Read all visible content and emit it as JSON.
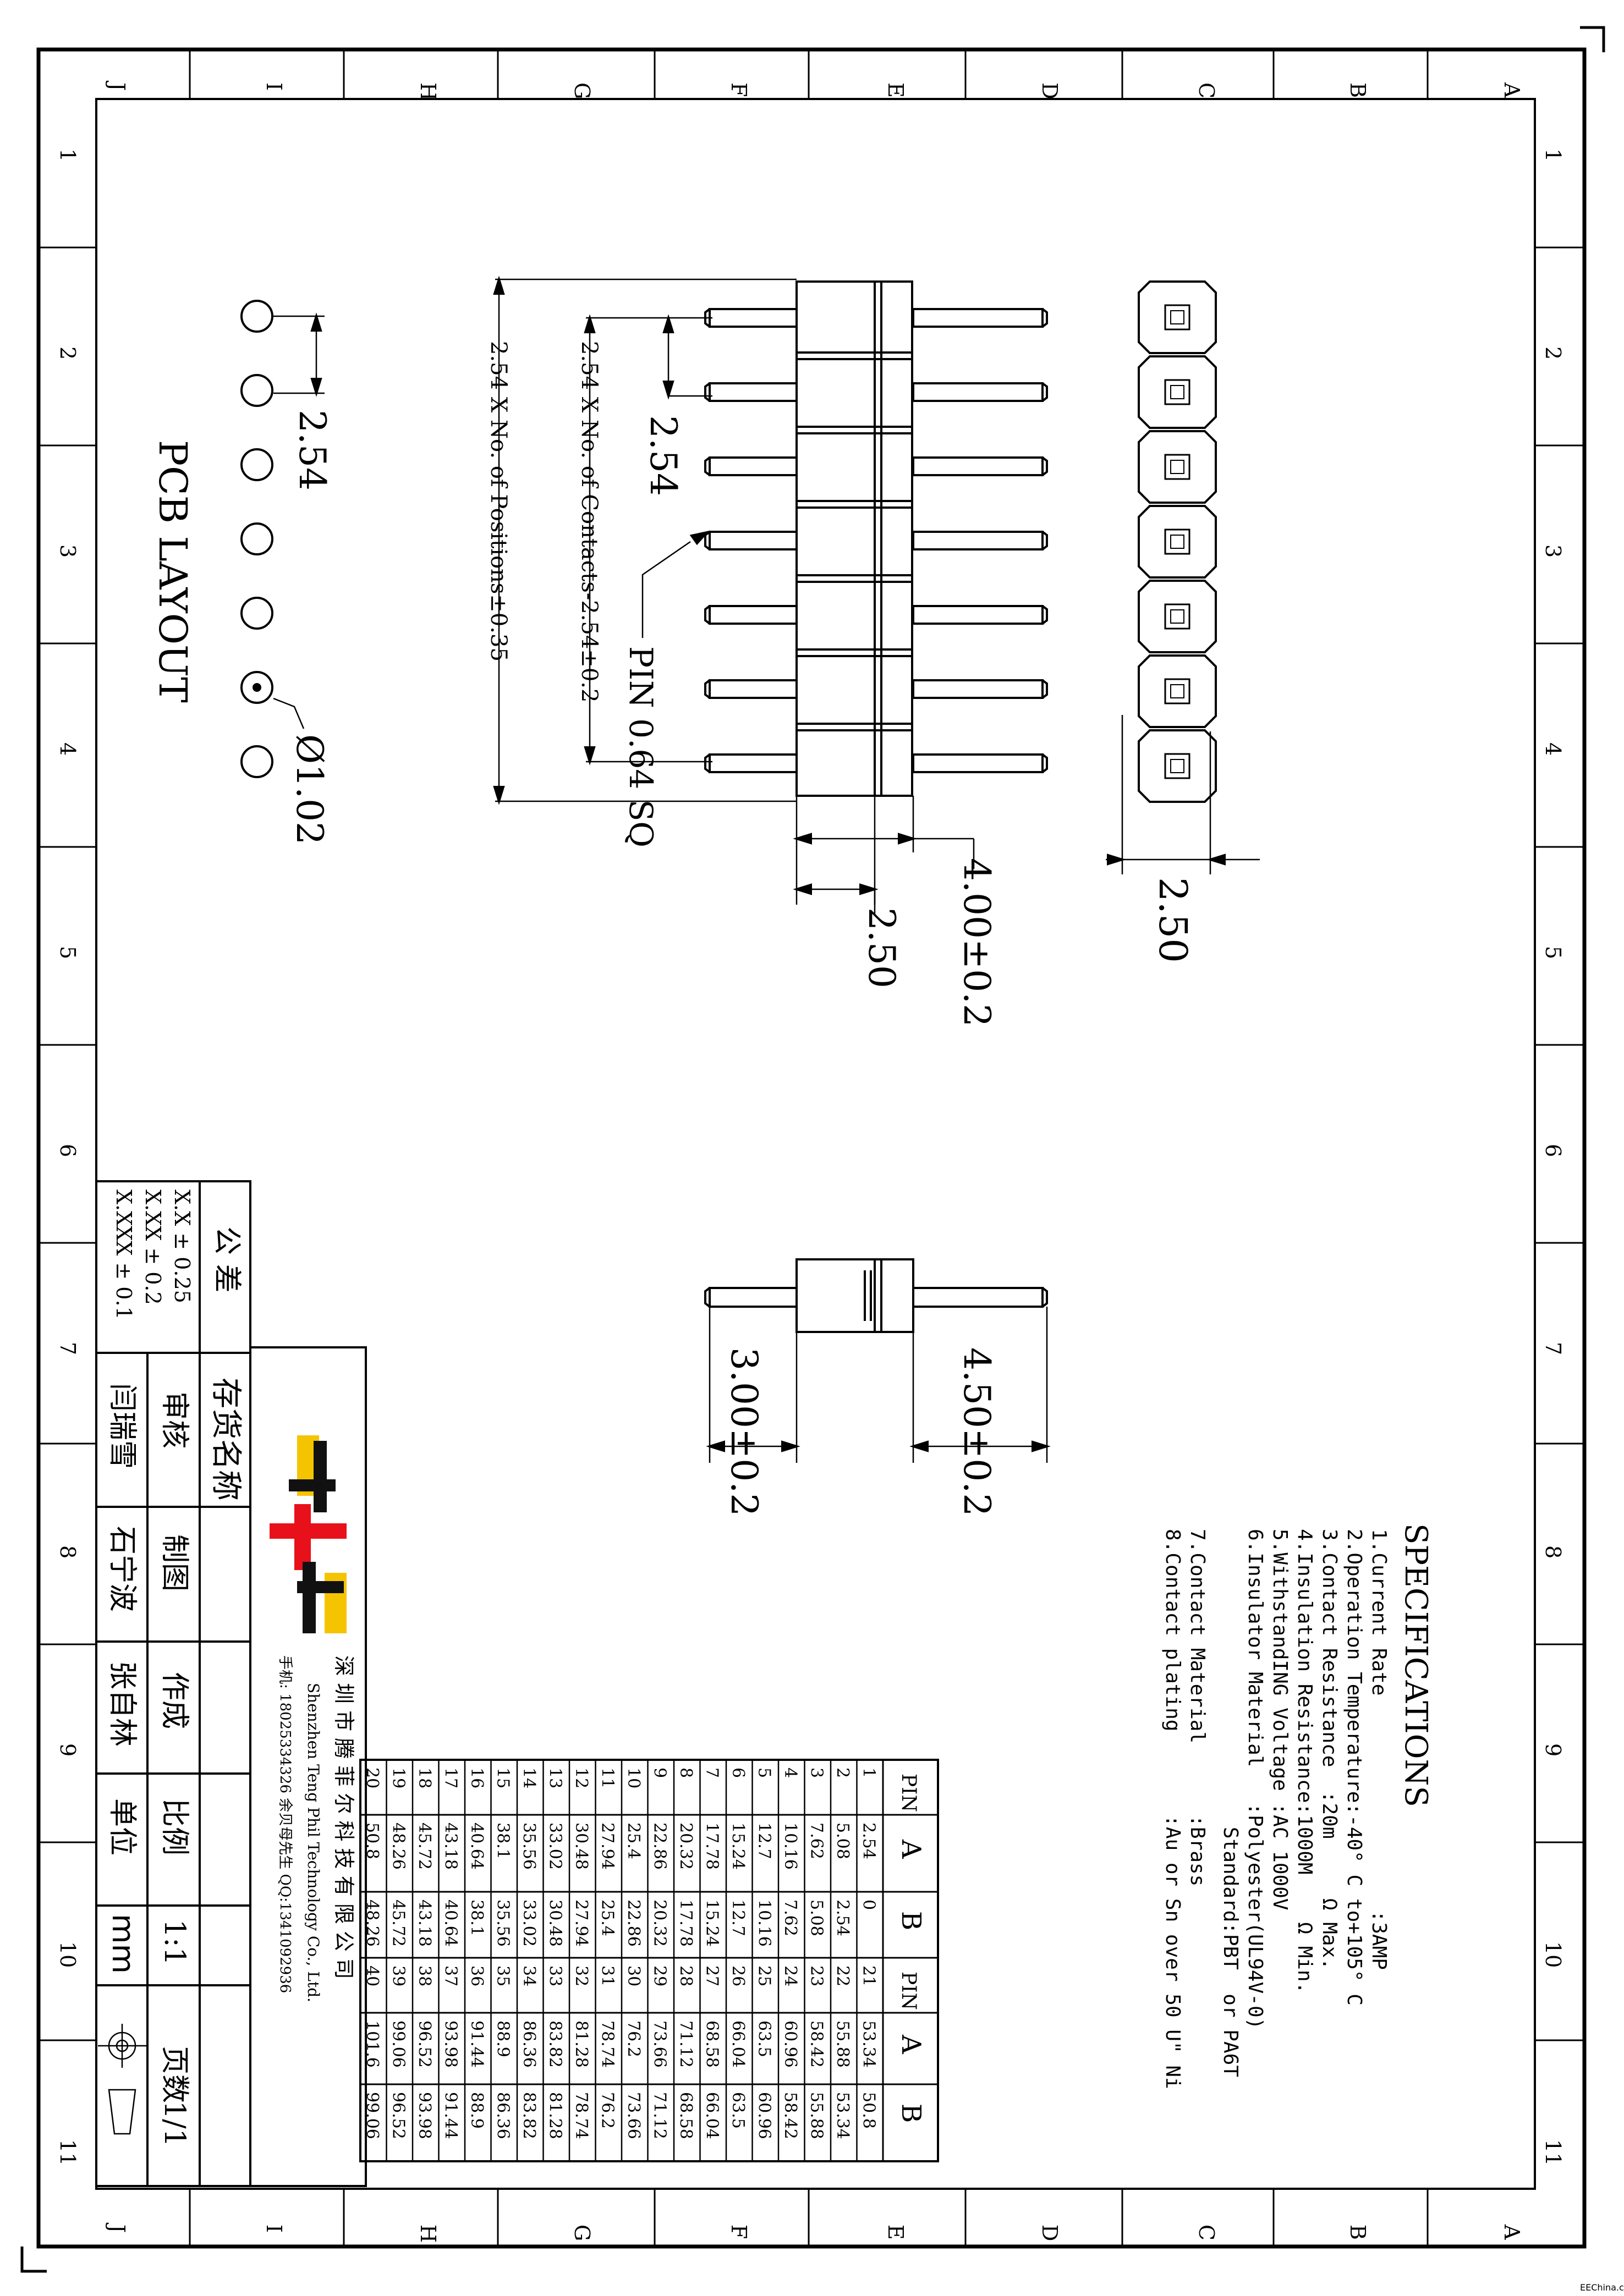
{
  "colors": {
    "line": "#000000",
    "logo_yellow": "#f5c400",
    "logo_red": "#e8101a",
    "logo_black": "#111111"
  },
  "grid": {
    "numbers": [
      "1",
      "2",
      "3",
      "4",
      "5",
      "6",
      "7",
      "8",
      "9",
      "10",
      "11"
    ],
    "letters": [
      "A",
      "B",
      "C",
      "D",
      "E",
      "F",
      "G",
      "H",
      "I",
      "J"
    ]
  },
  "specifications": {
    "title": "SPECIFICATIONS",
    "lines": [
      "1.Current Rate                  :3AMP",
      "2.Operation Temperature:-40° C to+105° C",
      "3.Contact Resistance  :20m     Ω Max.",
      "4.Insulation Resistance:1000M    Ω Min.",
      "5.WithstandING Voltage :AC 1000V",
      "6.Insulator Material   :Polyester(UL94V-0)",
      "                         Standard:PBT  or PA6T",
      "7.Contact Material      :Brass",
      "8.Contact plating       :Au or Sn over 50 U\" Ni"
    ]
  },
  "dimensions": {
    "pitch_top": "2.50",
    "height_total": "4.00±0.2",
    "base_height": "2.50",
    "pin_pitch": "2.54",
    "pin_size": "PIN 0.64 SQ",
    "dim_a": "2.54 X No.  of Positions±0.35",
    "dim_b": "2.54 X No.  of Contacts-2.54±0.2",
    "upper_length": "4.50±0.2",
    "lower_length": "3.00±0.2",
    "pcb_pitch": "2.54",
    "pcb_hole": "Ø1.02",
    "pcb_label": "PCB LAYOUT"
  },
  "pin_table": {
    "headers": [
      "PIN",
      "A",
      "B",
      "PIN",
      "A",
      "B"
    ],
    "rows": [
      [
        "1",
        "2.54",
        "0",
        "21",
        "53.34",
        "50.8"
      ],
      [
        "2",
        "5.08",
        "2.54",
        "22",
        "55.88",
        "53.34"
      ],
      [
        "3",
        "7.62",
        "5.08",
        "23",
        "58.42",
        "55.88"
      ],
      [
        "4",
        "10.16",
        "7.62",
        "24",
        "60.96",
        "58.42"
      ],
      [
        "5",
        "12.7",
        "10.16",
        "25",
        "63.5",
        "60.96"
      ],
      [
        "6",
        "15.24",
        "12.7",
        "26",
        "66.04",
        "63.5"
      ],
      [
        "7",
        "17.78",
        "15.24",
        "27",
        "68.58",
        "66.04"
      ],
      [
        "8",
        "20.32",
        "17.78",
        "28",
        "71.12",
        "68.58"
      ],
      [
        "9",
        "22.86",
        "20.32",
        "29",
        "73.66",
        "71.12"
      ],
      [
        "10",
        "25.4",
        "22.86",
        "30",
        "76.2",
        "73.66"
      ],
      [
        "11",
        "27.94",
        "25.4",
        "31",
        "78.74",
        "76.2"
      ],
      [
        "12",
        "30.48",
        "27.94",
        "32",
        "81.28",
        "78.74"
      ],
      [
        "13",
        "33.02",
        "30.48",
        "33",
        "83.82",
        "81.28"
      ],
      [
        "14",
        "35.56",
        "33.02",
        "34",
        "86.36",
        "83.82"
      ],
      [
        "15",
        "38.1",
        "35.56",
        "35",
        "88.9",
        "86.36"
      ],
      [
        "16",
        "40.64",
        "38.1",
        "36",
        "91.44",
        "88.9"
      ],
      [
        "17",
        "43.18",
        "40.64",
        "37",
        "93.98",
        "91.44"
      ],
      [
        "18",
        "45.72",
        "43.18",
        "38",
        "96.52",
        "93.98"
      ],
      [
        "19",
        "48.26",
        "45.72",
        "39",
        "99.06",
        "96.52"
      ],
      [
        "20",
        "50.8",
        "48.26",
        "40",
        "101.6",
        "99.06"
      ]
    ]
  },
  "company": {
    "name_cn": "深 圳 市 腾 菲 尔 科 技 有 限 公 司",
    "name_en": "Shenzhen Teng Phil Technology Co., Ltd.",
    "contact": "手机: 18025334326 余贝母先生   QQ:1341092936"
  },
  "title_block": {
    "tolerance_title": "公  差",
    "tol_1": "X.X ± 0.25",
    "tol_2": "X.XX ± 0.2",
    "tol_3": "X.XXX ± 0.1",
    "stock_name": "存货名称",
    "review": "审核",
    "drawn": "制图",
    "made": "作成",
    "scale": "比例",
    "unit": "单位",
    "pages": "页数",
    "reviewer": "闫瑞雪",
    "drafter": "石宁波",
    "maker": "张自林",
    "scale_value": "1:1",
    "unit_value": "mm",
    "pages_value": "1/1"
  },
  "watermark": "EEChina.com"
}
